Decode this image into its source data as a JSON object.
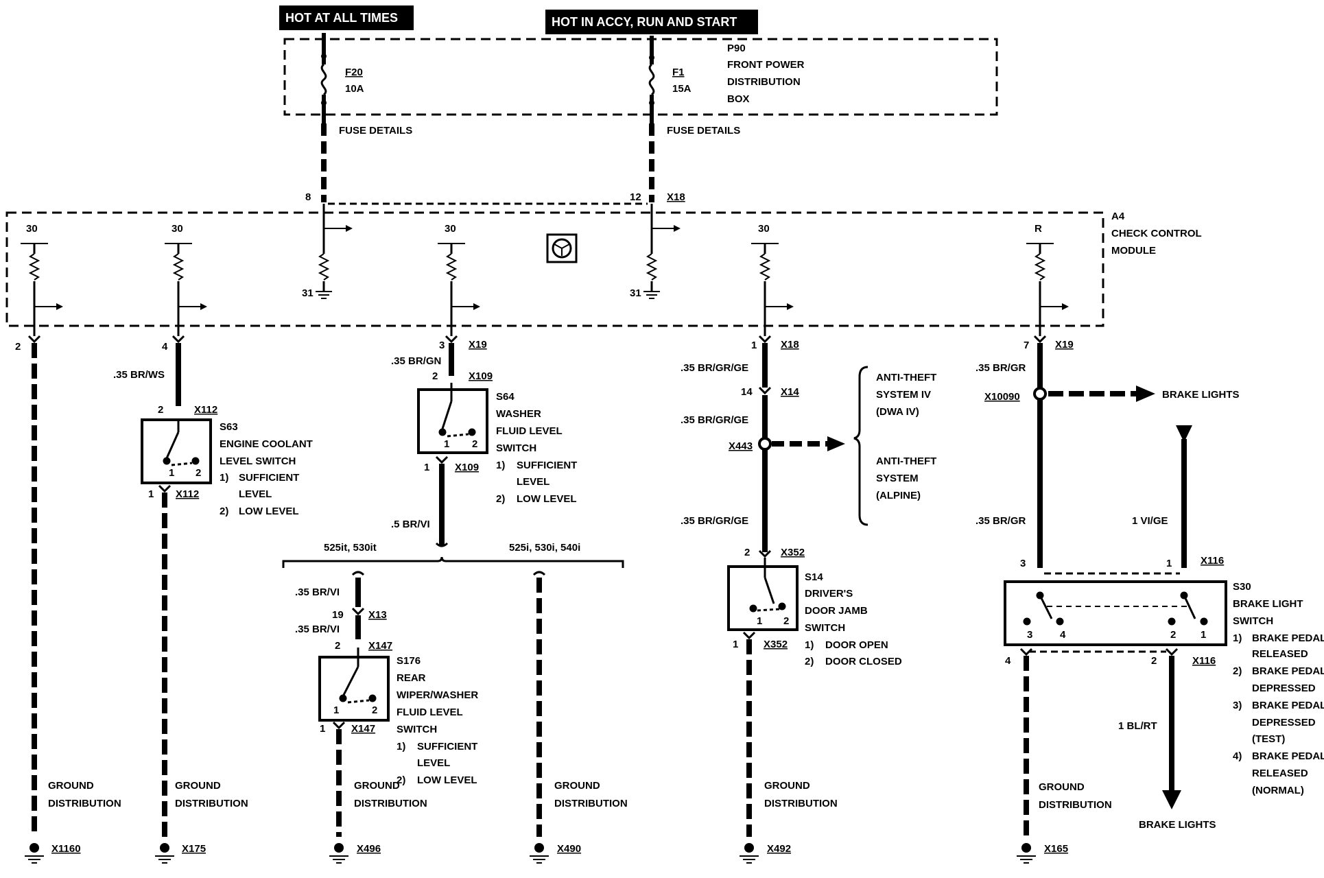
{
  "headers": {
    "hot_at_all_times": "HOT AT ALL TIMES",
    "hot_in_accy": "HOT IN ACCY, RUN AND START"
  },
  "p90": {
    "id": "P90",
    "lines": [
      "FRONT POWER",
      "DISTRIBUTION",
      "BOX"
    ]
  },
  "fuses": [
    {
      "id": "F20",
      "rating": "10A",
      "details": "FUSE DETAILS",
      "pin": "8"
    },
    {
      "id": "F1",
      "rating": "15A",
      "details": "FUSE DETAILS",
      "pin": "12"
    }
  ],
  "a4": {
    "id": "A4",
    "lines": [
      "CHECK CONTROL",
      "MODULE"
    ],
    "connector": "X18"
  },
  "terminals": {
    "t30": "30",
    "tR": "R",
    "t31": "31"
  },
  "pins": {
    "p1": "1",
    "p2": "2",
    "p3": "3",
    "p4": "4",
    "p7": "7",
    "p14": "14",
    "p19": "19"
  },
  "connectors": {
    "x18": "X18",
    "x19": "X19",
    "x109": "X109",
    "x112": "X112",
    "x13": "X13",
    "x147": "X147",
    "x14": "X14",
    "x443": "X443",
    "x352": "X352",
    "x10090": "X10090",
    "x116": "X116"
  },
  "wires": {
    "br_ws": ".35 BR/WS",
    "br_gn": ".35 BR/GN",
    "br_vi_5": ".5 BR/VI",
    "br_vi": ".35 BR/VI",
    "br_gr_ge": ".35 BR/GR/GE",
    "br_gr": ".35 BR/GR",
    "vi_ge": "1 VI/GE",
    "bl_rt": "1 BL/RT"
  },
  "variants": {
    "left": "525it, 530it",
    "right": "525i, 530i, 540i"
  },
  "s63": {
    "id": "S63",
    "lines": [
      "ENGINE COOLANT",
      "LEVEL SWITCH"
    ],
    "states": [
      {
        "n": "1)",
        "t": "SUFFICIENT"
      },
      {
        "n": "",
        "t": "LEVEL"
      },
      {
        "n": "2)",
        "t": "LOW LEVEL"
      }
    ]
  },
  "s64": {
    "id": "S64",
    "lines": [
      "WASHER",
      "FLUID LEVEL",
      "SWITCH"
    ],
    "states": [
      {
        "n": "1)",
        "t": "SUFFICIENT"
      },
      {
        "n": "",
        "t": "LEVEL"
      },
      {
        "n": "2)",
        "t": "LOW LEVEL"
      }
    ]
  },
  "s176": {
    "id": "S176",
    "lines": [
      "REAR",
      "WIPER/WASHER",
      "FLUID LEVEL",
      "SWITCH"
    ],
    "states": [
      {
        "n": "1)",
        "t": "SUFFICIENT"
      },
      {
        "n": "",
        "t": "LEVEL"
      },
      {
        "n": "2)",
        "t": "LOW LEVEL"
      }
    ]
  },
  "s14": {
    "id": "S14",
    "lines": [
      "DRIVER'S",
      "DOOR JAMB",
      "SWITCH"
    ],
    "states": [
      {
        "n": "1)",
        "t": "DOOR OPEN"
      },
      {
        "n": "2)",
        "t": "DOOR CLOSED"
      }
    ]
  },
  "s30": {
    "id": "S30",
    "lines": [
      "BRAKE LIGHT",
      "SWITCH"
    ],
    "states": [
      {
        "n": "1)",
        "t": "BRAKE PEDAL"
      },
      {
        "n": "",
        "t": "RELEASED"
      },
      {
        "n": "2)",
        "t": "BRAKE PEDAL"
      },
      {
        "n": "",
        "t": "DEPRESSED"
      },
      {
        "n": "3)",
        "t": "BRAKE PEDAL"
      },
      {
        "n": "",
        "t": "DEPRESSED"
      },
      {
        "n": "",
        "t": "(TEST)"
      },
      {
        "n": "4)",
        "t": "BRAKE PEDAL"
      },
      {
        "n": "",
        "t": "RELEASED"
      },
      {
        "n": "",
        "t": "(NORMAL)"
      }
    ]
  },
  "anti_theft": {
    "lines": [
      "ANTI-THEFT",
      "SYSTEM IV",
      "(DWA IV)",
      "ANTI-THEFT",
      "SYSTEM",
      "(ALPINE)"
    ]
  },
  "brake_lights": "BRAKE LIGHTS",
  "ground": {
    "label": [
      "GROUND",
      "DISTRIBUTION"
    ],
    "refs": [
      "X1160",
      "X175",
      "X496",
      "X490",
      "X492",
      "X165"
    ]
  }
}
